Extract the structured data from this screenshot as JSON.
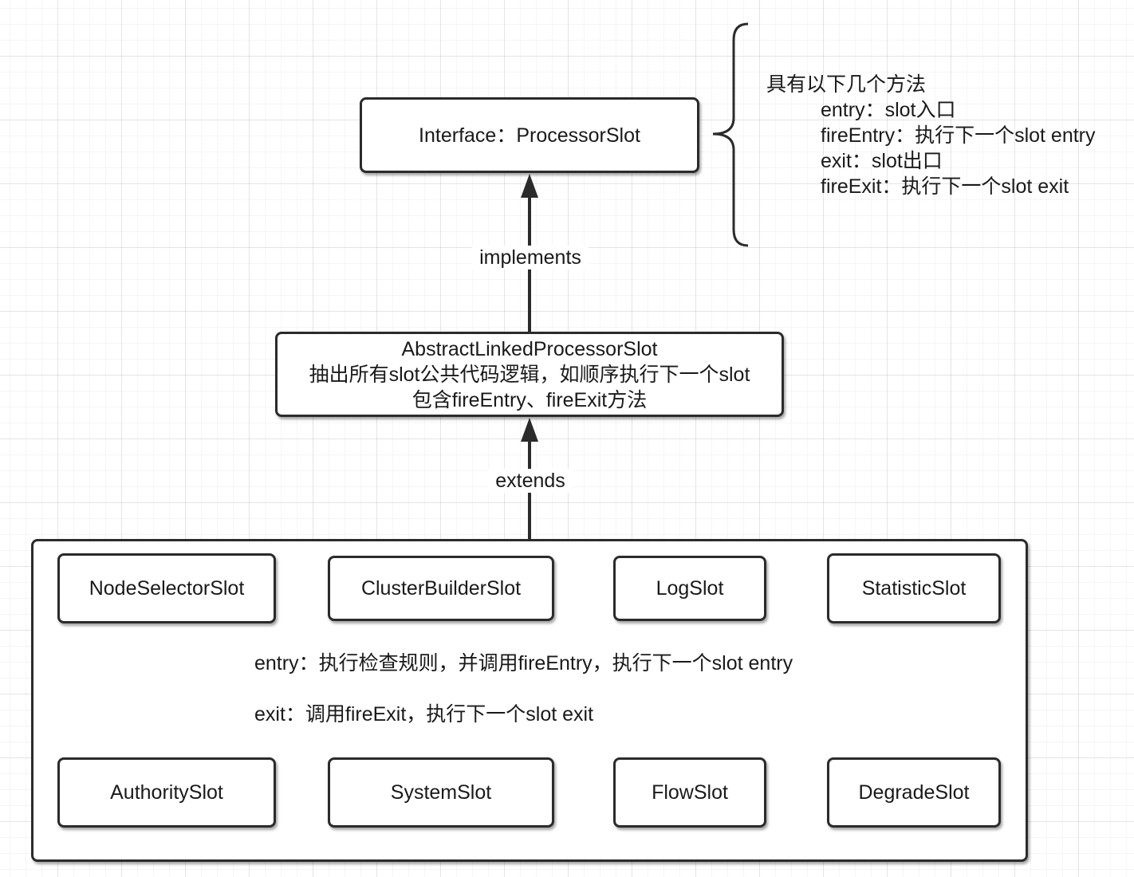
{
  "interface_box": {
    "label": "Interface：ProcessorSlot"
  },
  "implements_label": "implements",
  "abstract_box": {
    "line1": "AbstractLinkedProcessorSlot",
    "line2": "抽出所有slot公共代码逻辑，如顺序执行下一个slot",
    "line3": "包含fireEntry、fireExit方法"
  },
  "extends_label": "extends",
  "methods_note": {
    "heading": "具有以下几个方法",
    "items": [
      "entry：slot入口",
      "fireEntry：执行下一个slot entry",
      "exit：slot出口",
      "fireExit：执行下一个slot exit"
    ]
  },
  "slots_top": [
    "NodeSelectorSlot",
    "ClusterBuilderSlot",
    "LogSlot",
    "StatisticSlot"
  ],
  "slots_bottom": [
    "AuthoritySlot",
    "SystemSlot",
    "FlowSlot",
    "DegradeSlot"
  ],
  "slot_notes": {
    "entry": "entry：执行检查规则，并调用fireEntry，执行下一个slot entry",
    "exit": "exit：调用fireExit，执行下一个slot exit"
  }
}
